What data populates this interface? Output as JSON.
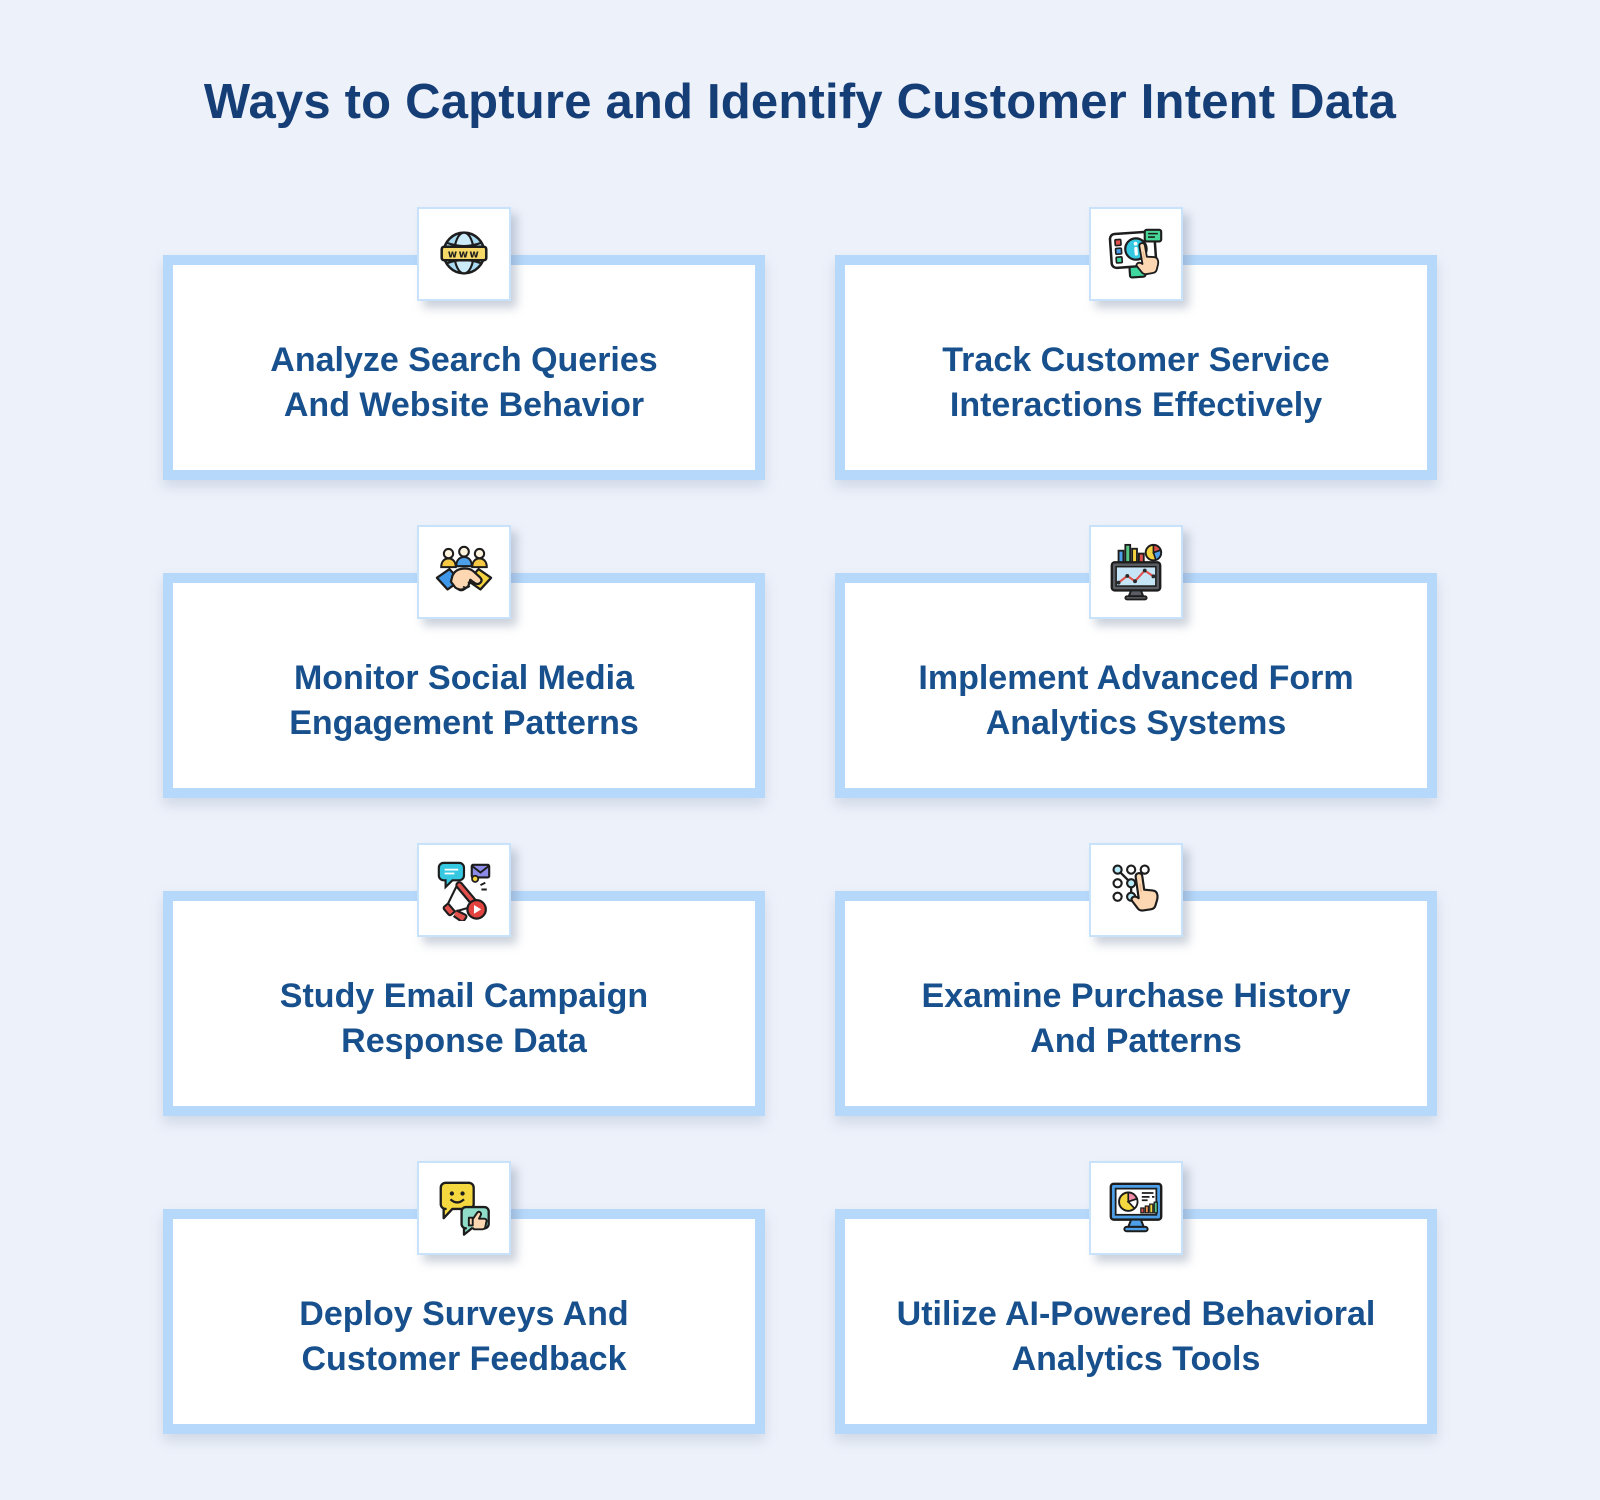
{
  "title": "Ways to Capture and Identify Customer Intent Data",
  "cards": [
    {
      "title": "Analyze Search Queries\nAnd Website Behavior",
      "icon": "globe-www-icon"
    },
    {
      "title": "Track Customer Service\nInteractions Effectively",
      "icon": "customer-service-touchscreen-icon"
    },
    {
      "title": "Monitor Social Media\nEngagement Patterns",
      "icon": "social-handshake-icon"
    },
    {
      "title": "Implement Advanced Form\nAnalytics Systems",
      "icon": "form-analytics-monitor-icon"
    },
    {
      "title": "Study Email Campaign\nResponse Data",
      "icon": "email-campaign-megaphone-icon"
    },
    {
      "title": "Examine Purchase History\nAnd Patterns",
      "icon": "pattern-tap-icon"
    },
    {
      "title": "Deploy Surveys And\nCustomer Feedback",
      "icon": "feedback-bubbles-icon"
    },
    {
      "title": "Utilize AI-Powered Behavioral\nAnalytics Tools",
      "icon": "ai-analytics-monitor-icon"
    }
  ],
  "icons": {
    "globe_label": "www"
  },
  "colors": {
    "background": "#EDF1FA",
    "card_background": "#FFFFFF",
    "card_border": "#B6D8FB",
    "icon_box_border": "#C9E2FB",
    "title_text": "#163E76",
    "card_text": "#17508C"
  }
}
